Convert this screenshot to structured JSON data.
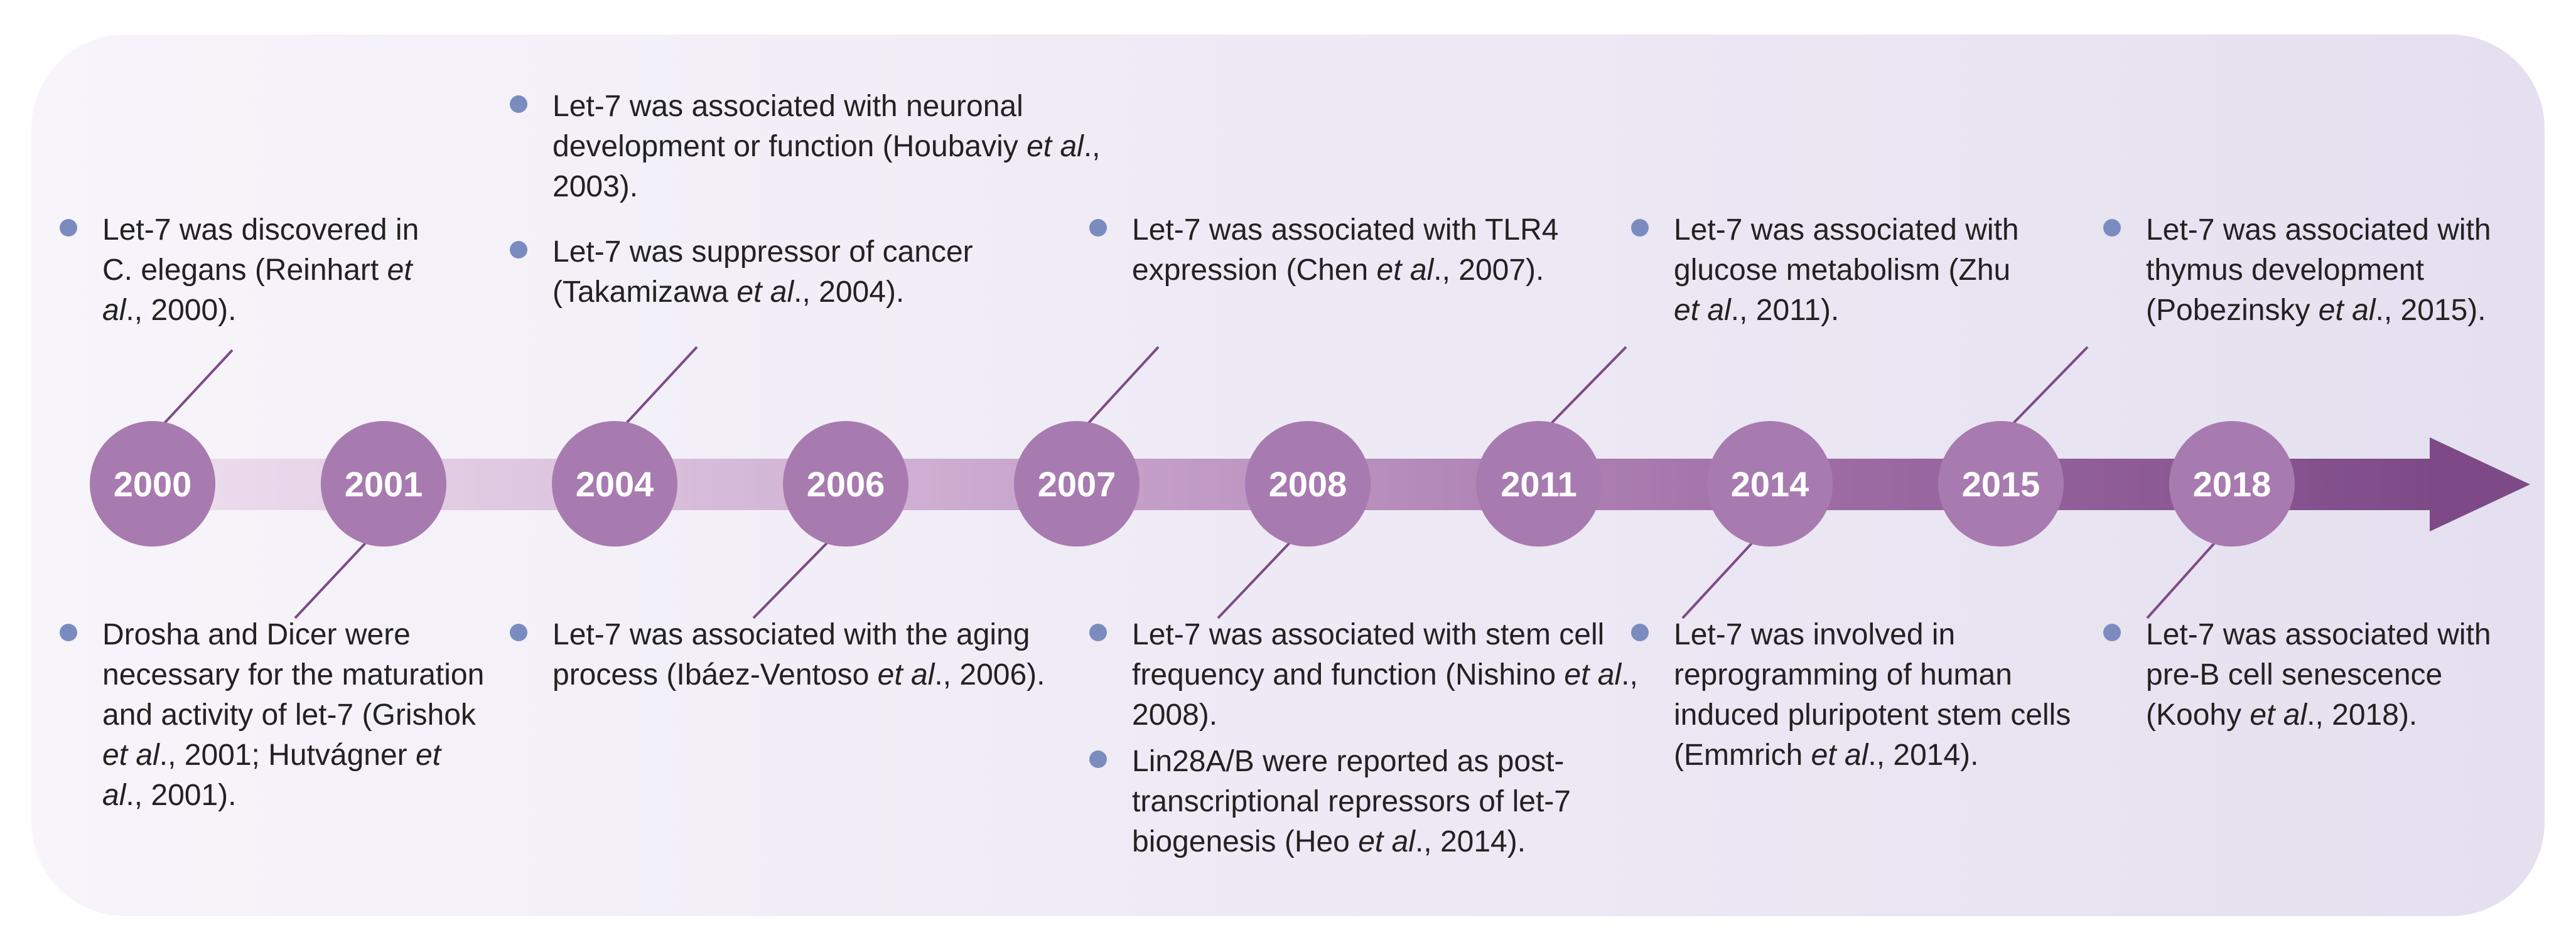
{
  "colors": {
    "circle": "#a87bb0",
    "arrow_light": "#efe2f0",
    "arrow_dark": "#7d4a87",
    "bullet": "#7a8cbf",
    "connector": "#7d4a87"
  },
  "years": [
    "2000",
    "2001",
    "2004",
    "2006",
    "2007",
    "2008",
    "2011",
    "2014",
    "2015",
    "2018"
  ],
  "top_events": [
    {
      "year": "2000",
      "items": [
        {
          "pre": "Let-7 was discovered in C. elegans (Reinhart ",
          "italic": "et al",
          "post": "., 2000)."
        }
      ]
    },
    {
      "year": "2004",
      "items": [
        {
          "pre": "Let-7 was associated with neuronal development or function (Houbaviy ",
          "italic": "et al",
          "post": "., 2003)."
        },
        {
          "pre": "Let-7 was suppressor of cancer (Takamizawa ",
          "italic": "et al",
          "post": "., 2004)."
        }
      ]
    },
    {
      "year": "2007",
      "items": [
        {
          "pre": "Let-7 was associated with TLR4 expression (Chen ",
          "italic": "et al",
          "post": "., 2007)."
        }
      ]
    },
    {
      "year": "2011",
      "items": [
        {
          "pre": "Let-7 was associated with glucose metabolism (Zhu ",
          "italic": "et al",
          "post": "., 2011)."
        }
      ]
    },
    {
      "year": "2015",
      "items": [
        {
          "pre": "Let-7 was associated with thymus development (Pobezinsky ",
          "italic": "et al",
          "post": "., 2015)."
        }
      ]
    }
  ],
  "bottom_events": [
    {
      "year": "2001",
      "items": [
        {
          "pre": "Drosha and Dicer were necessary for the maturation and activity of let-7 (Grishok ",
          "italic": "et al",
          "post": "., 2001; Hutvágner ",
          "italic2": "et al",
          "post2": "., 2001)."
        }
      ]
    },
    {
      "year": "2006",
      "items": [
        {
          "pre": "Let-7 was associated with the aging process (Ibáez-Ventoso ",
          "italic": "et al",
          "post": "., 2006)."
        }
      ]
    },
    {
      "year": "2008",
      "items": [
        {
          "pre": "Let-7 was associated with stem cell frequency and function (Nishino ",
          "italic": "et al",
          "post": "., 2008)."
        },
        {
          "pre": "Lin28A/B were reported as post-transcriptional repressors of let-7 biogenesis (Heo ",
          "italic": "et al",
          "post": "., 2014)."
        }
      ]
    },
    {
      "year": "2014",
      "items": [
        {
          "pre": "Let-7 was involved in reprogramming of human induced pluripotent stem cells (Emmrich ",
          "italic": "et al",
          "post": "., 2014)."
        }
      ]
    },
    {
      "year": "2018",
      "items": [
        {
          "pre": "Let-7 was associated with pre-B cell senescence (Koohy ",
          "italic": "et al",
          "post": "., 2018)."
        }
      ]
    }
  ]
}
